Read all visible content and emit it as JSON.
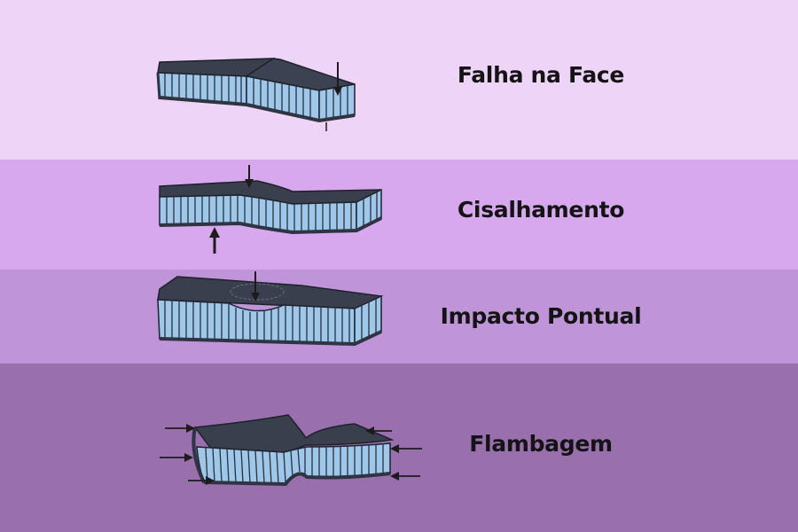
{
  "colors": {
    "band_1": "#eed5f7",
    "band_2": "#d7a8ee",
    "band_3": "#bf94d8",
    "band_4": "#9a6fae",
    "panel_top": "#3a3f4e",
    "panel_front": "#2f3442",
    "core_cell": "#9ec7ea",
    "core_line": "#2a2f3b",
    "arrow": "#1c1c1c"
  },
  "modes": [
    {
      "label": "Falha na Face",
      "icon": "face-failure-panel-icon"
    },
    {
      "label": "Cisalhamento",
      "icon": "shear-panel-icon"
    },
    {
      "label": "Impacto Pontual",
      "icon": "point-impact-panel-icon"
    },
    {
      "label": "Flambagem",
      "icon": "buckling-panel-icon"
    }
  ]
}
